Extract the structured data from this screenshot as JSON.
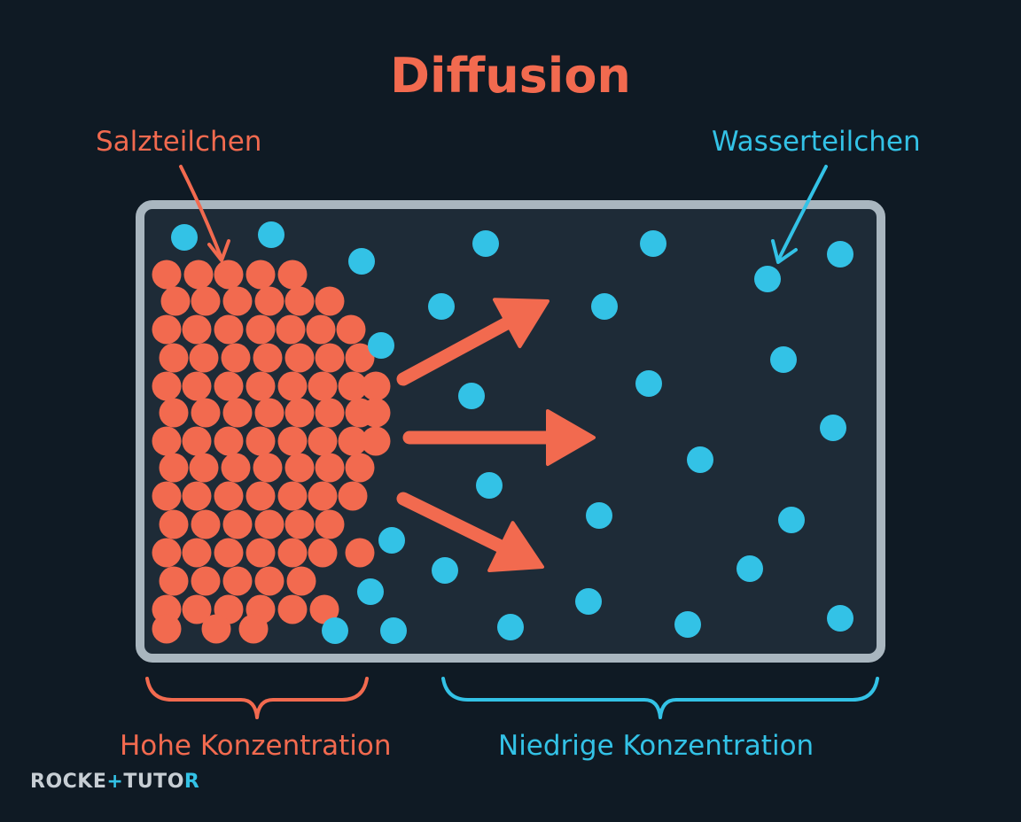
{
  "title": "Diffusion",
  "labels": {
    "salt": "Salzteilchen",
    "water": "Wasserteilchen",
    "high": "Hohe Konzentration",
    "low": "Niedrige Konzentration"
  },
  "logo": {
    "part1": "ROCKE",
    "plus": "+",
    "part2": "TUTO",
    "part3": "R"
  },
  "colors": {
    "background": "#0f1a24",
    "container_fill": "#1e2b37",
    "container_border": "#a9b6bf",
    "salt": "#f26a4f",
    "water": "#33c2e6",
    "logo": "#c7ced4"
  },
  "icons": [
    "arrow-right-icon",
    "curly-brace-icon"
  ]
}
